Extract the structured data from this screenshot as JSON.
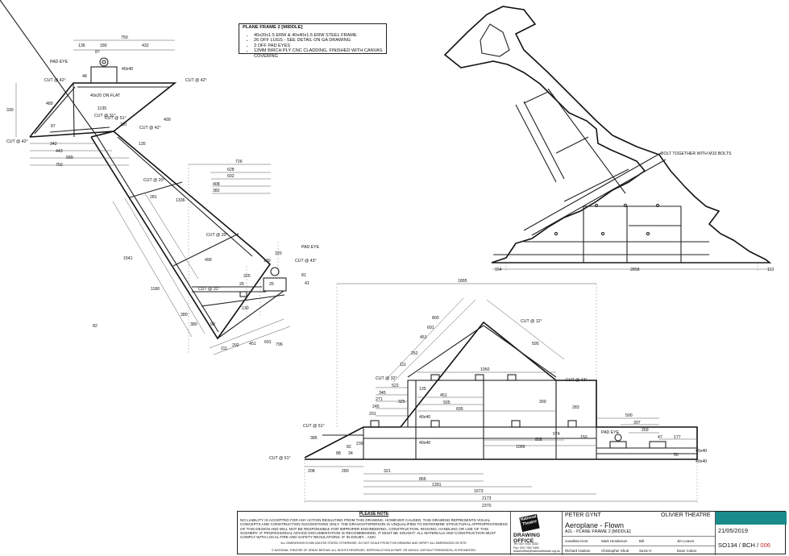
{
  "notes": {
    "title": "PLANE FRAME 2 [MIDDLE]",
    "items": [
      "40x20x1.5 ERW & 40x40x1.5 ERW STEEL FRAME",
      "26 OFF LUGS - SEE DETAIL ON GA DRAWING",
      "3 OFF PAD EYES",
      "12MM BIRCH PLY CNC CLADDING, FINISHED WITH CANVAS COVERING"
    ]
  },
  "left_view": {
    "labels": {
      "pad_eye": "PAD EYE",
      "pad_eye_2": "PAD EYE",
      "size": "40x40",
      "flat": "40x20 ON FLAT",
      "cut42a": "CUT @ 42°",
      "cut42b": "CUT @ 42°",
      "cut42c": "CUT @ 42°",
      "cut42d": "CUT @ 42°",
      "cut31a": "CUT @ 31°",
      "cut51": "CUT @ 51°",
      "cut20a": "CUT @ 20°",
      "cut20b": "CUT @ 20°",
      "cut31b": "CUT @ 31°",
      "cut43": "CUT @ 43°"
    },
    "dims": [
      "750",
      "136",
      "180",
      "432",
      "87",
      "48",
      "330",
      "489",
      "1135",
      "110",
      "135",
      "499",
      "87",
      "342",
      "443",
      "589",
      "750",
      "1541",
      "281",
      "1336",
      "1180",
      "726",
      "628",
      "602",
      "408",
      "382",
      "320",
      "499",
      "130",
      "325",
      "26",
      "26",
      "81",
      "130",
      "41",
      "380",
      "380",
      "90",
      "111",
      "292",
      "451",
      "691",
      "796",
      "82"
    ]
  },
  "right_view": {
    "label": "BOLT TOGETHER WITH M10 BOLTS",
    "dims": [
      "154",
      "2858",
      "110"
    ]
  },
  "bottom_view": {
    "labels": {
      "cut12": "CUT @ 12°",
      "cut32": "CUT @ 32°",
      "cut43": "CUT @ 43°",
      "cut51a": "CUT @ 51°",
      "cut51b": "CUT @ 51°",
      "pad_eye": "PAD EYE",
      "s1": "40x40",
      "s2": "40x40",
      "s3": "40x40",
      "s4": "40x40"
    },
    "dims": [
      "1895",
      "800",
      "691",
      "451",
      "252",
      "111",
      "595",
      "522",
      "345",
      "271",
      "245",
      "201",
      "1050",
      "135",
      "451",
      "505",
      "695",
      "325",
      "300",
      "283",
      "500",
      "397",
      "269",
      "1099",
      "808",
      "574",
      "150",
      "47",
      "177",
      "385",
      "230",
      "88",
      "34",
      "82",
      "50",
      "208",
      "280",
      "321",
      "866",
      "1391",
      "1673",
      "2173",
      "2370"
    ]
  },
  "title_block": {
    "disclaimer_heading": "PLEASE NOTE",
    "disclaimer": "NO LIABILITY IS ACCEPTED FOR ANY ACTION RESULTING FROM THIS DRAWING. HOWEVER CAUSED. THIS DRAWING REPRESENTS VISUAL CONCEPTS AND CONSTRUCTION SUGGESTIONS ONLY. THE DRAUGHTSPERSON IS UNQUALIFIED TO DETERMINE STRUCTURAL APPROPRIATENESS OF THIS DESIGN AND WILL NOT BE RESPONSIBLE FOR IMPROPER ENGINEERING, CONSTRUCTION, RIGGING, HANDLING OR USE OF THIS SCENERY. IF PROFESSIONAL ADVICE DOCUMENTATION IS RECOMMENDED, IT MUST BE SOUGHT. ALL MATERIALS AND CONSTRUCTION MUST COMPLY WITH LOCAL FIRE AND SAFETY REGULATIONS. IF IN DOUBT... ASK!",
    "dims_note": "ALL DIMENSIONS IN MM UNLESS STATED OTHERWISE. DO NOT SCALE FROM THIS DRAWING AND VERIFY ALL DIMENSIONS ON SITE.",
    "copyright": "© NATIONAL THEATRE OF GREAT BRITAIN. ALL RIGHTS RESERVED. REPRODUCTION IN PART OR WHOLE, WITHOUT PERMISSION, IS PROHIBITED.",
    "logo": "National Theatre",
    "drawing_office": "DRAWING OFFICE",
    "address": [
      "Tel: 020 7452 3333",
      "Fax: 020 7452 3400",
      "draweroffice@nationaltheatre.org.uk"
    ],
    "production": "PETER GYNT",
    "theatre": "OLIVIER THEATRE",
    "project": "Aeroplane - Flown",
    "drawing": "A2L - PLANE FRAME 2 [MIDDLE]",
    "people": [
      "Jonathan Kent",
      "Mark Henderson",
      "Bill",
      "Jim Leaver",
      "Richard Hudson",
      "Christopher Shutt",
      "Suzie H",
      "Dave Cotton"
    ],
    "date": "21/05/2019",
    "number_prefix": "SO134 / BCH /",
    "number_suffix": "006",
    "colors": {
      "accent": "#1a8a8a",
      "rev_red": "#c62828"
    }
  }
}
